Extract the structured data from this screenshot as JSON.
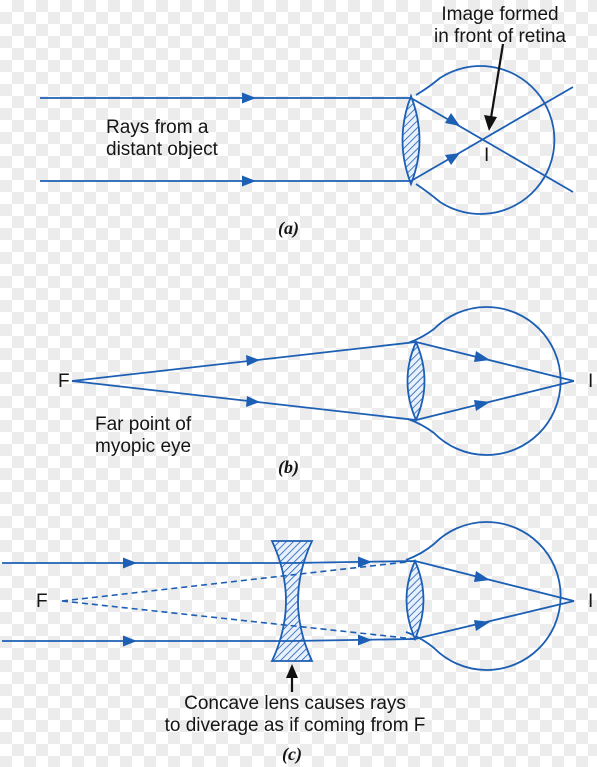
{
  "panel_a": {
    "image_label_line1": "Image formed",
    "image_label_line2": "in front of retina",
    "rays_label_line1": "Rays from a",
    "rays_label_line2": "distant object",
    "image_point": "I",
    "caption": "(a)"
  },
  "panel_b": {
    "far_point": "F",
    "image_point": "I",
    "far_label_line1": "Far point of",
    "far_label_line2": "myopic eye",
    "caption": "(b)"
  },
  "panel_c": {
    "far_point": "F",
    "image_point": "I",
    "lens_label_line1": "Concave lens causes rays",
    "lens_label_line2": "to diverage as if coming from F",
    "caption": "(c)"
  },
  "colors": {
    "ray": "#1c5fb4",
    "text": "#151515"
  }
}
